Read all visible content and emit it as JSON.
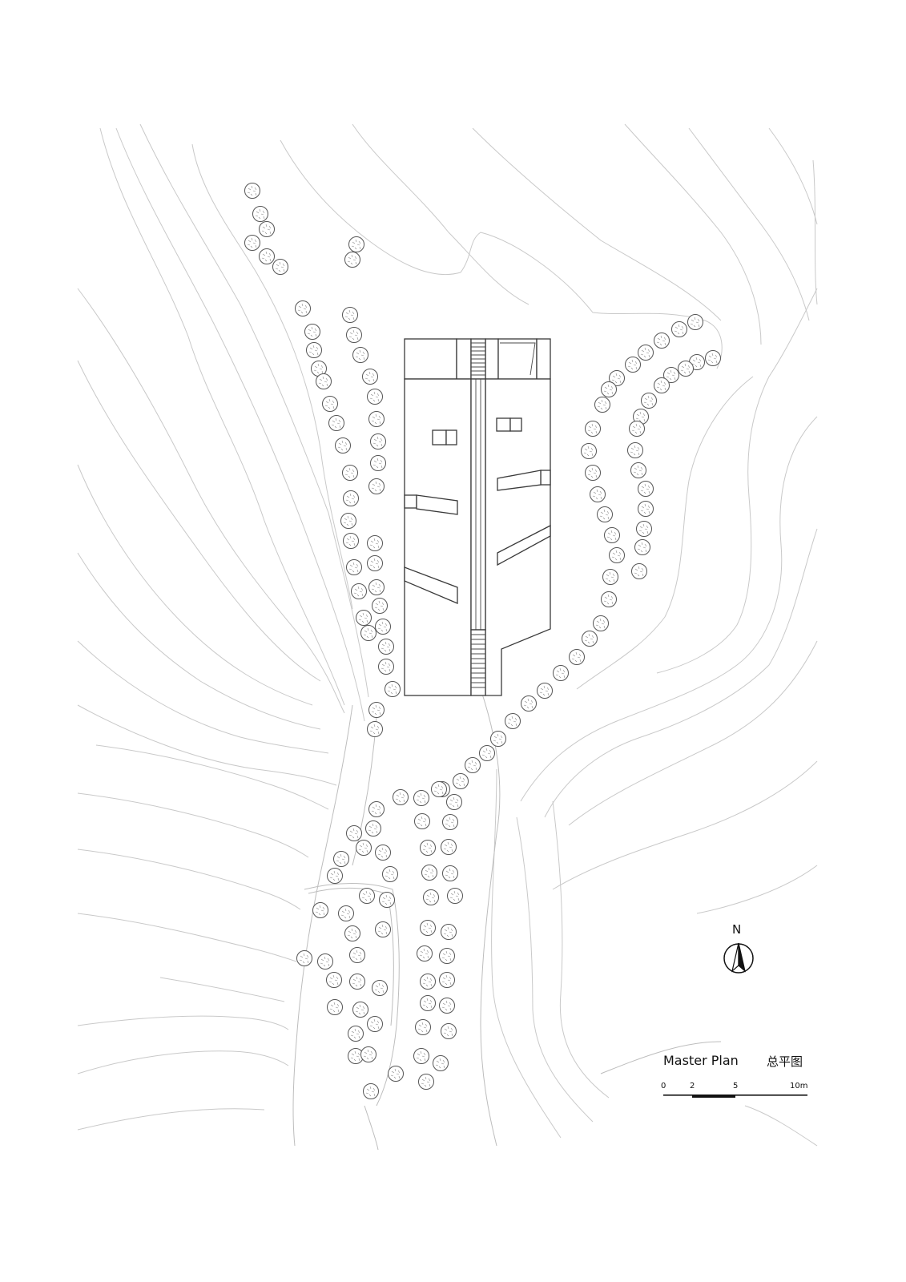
{
  "north": {
    "label": "N",
    "icon": "north-arrow-icon"
  },
  "title": {
    "en": "Master Plan",
    "cn": "总平图"
  },
  "scale": {
    "ticks": [
      "0",
      "2",
      "5",
      "10m"
    ],
    "values": [
      0,
      2,
      5,
      10
    ]
  },
  "colors": {
    "contour": "#c9c9c9",
    "building": "#3a3a3a",
    "tree": "#555555",
    "text": "#111111"
  },
  "icons": {
    "tree": "tree-icon"
  }
}
